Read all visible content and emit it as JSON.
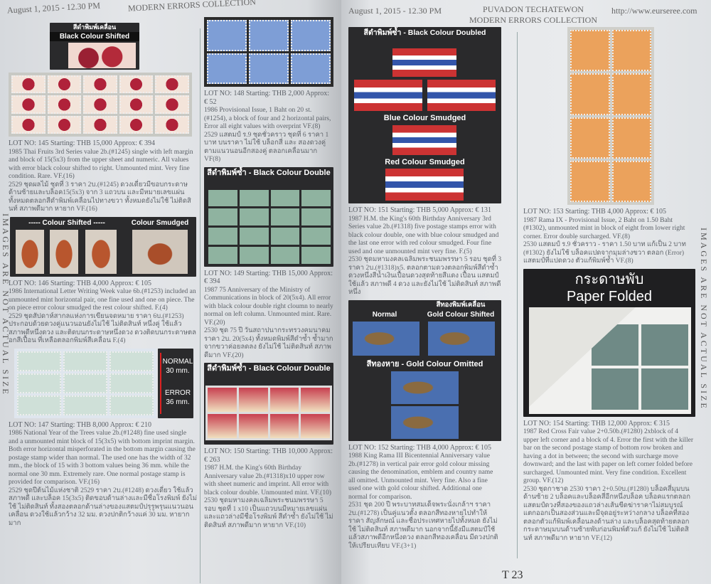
{
  "left_page": {
    "header_date": "August  1, 2015 - 12.30 PM",
    "header_title": "MODERN ERRORS COLLECTION",
    "side_text": "IMAGES ARE NOT ACTUAL SIZE",
    "labels": {
      "black_shift_th": "สีดำพิมพ์เคลื่อน",
      "black_shift": "Black Colour Shifted",
      "colour_shifted": "----- Colour Shifted -----",
      "colour_smudged": "Colour Smudged",
      "normal": "NORMAL",
      "normal_mm": "30 mm.",
      "error": "ERROR",
      "error_mm": "36 mm.",
      "black_double_th": "สีดำพิมพ์ซ้ำ - Black Colour Double",
      "black_double_th2": "สีดำพิมพ์ซ้ำ - Black Colour Double"
    },
    "lots": [
      {
        "head": "LOT NO: 145    Starting: THB 15,000   Approx: € 394",
        "en": "1985 Thai Fruits 3rd Series value 2b.(#1245) single with left margin and block of 15(5x3) from the upper sheet and numeric. All values with error black colour shifted to right. Unmounted mint. Very fine condition. Rare. VF.(16)",
        "th": "2529 ชุดผลไม้ ชุดที่ 3 ราคา 2บ.(#1245) ดวงเดี่ยวมีขอบกระดาษด้านซ้ายและบล็อค15(5x3) จาก 3 แถวบน และมีหมายเลขแผ่น ทั้งหมดตลอกสีดำพิมพ์เคลื่อนไปทางขวา ทั้งหมดยังไม่ใช้ ไม่ติดสินท์ สภาพดีมาก หายาก VF.(16)"
      },
      {
        "head": "LOT NO: 146    Starting: THB 4,000   Approx: € 105",
        "en": "1986 International Letter Writing Week value 6b.(#1253) included an unmounted mint horizontal pair, one fine used and one on piece. The on piece error colour smudged the rest colour shifted. F.(4)",
        "th": "2529 ชุดสัปดาห์สากลแห่งการเขียนจดหมาย ราคา 6บ.(#1253) ประกอบด้วยดวงคู่แนวนอนยังไม่ใช้ ไม่ติดสินท์ หนึ่งคู่ ใช้แล้วสภาพดีหนึ่งดวง และติดบนกระดาษหนึ่งดวง ดวงติดบนกระดาษตลอกสีเปื้อน ที่เหลือตลอกพิมพ์สีเคลื่อน F.(4)"
      },
      {
        "head": "LOT NO: 147    Starting: THB 8,000   Approx: € 210",
        "en": "1986 National Year of the Trees value 2b.(#1248) fine used single and a unmounted mint block of 15(3x5) with bottom imprint margin. Both error horizontal misperforated in the bottom margin causing the postage stamp wider than normal. The used one has the width of 32 mm., the block of 15 with 3 bottom values being 36 mm. while the normal one 30 mm. Extremely rare. One normal postage stamp is provided for comparison. VF.(16)",
        "th": "2529 ชุดปีต้นไม้แห่งชาติ 2529 ราคา 2บ.(#1248) ดวงเดี่ยว ใช้แล้ว สภาพดี และบล็อค 15(3x5) ติดขอบด้านล่างและมีชื่อโรงพิมพ์ ยังไม่ใช้ ไม่ติดสินท์ ทั้งสองตลอกด้านล่างของแสตมป์ปรุรูพรุนแนวนอนเคลื่อน ดวงใช้แล้วกว้าง 32 มม. ดวงปกติกว้างแค่ 30 มม. หายากมาก"
      },
      {
        "head": "LOT NO: 148    Starting: THB 2,000   Approx: € 52",
        "en": "1986 Provisional Issue, 1 Baht on 20 st. (#1254), a block of four and 2 horizontal pairs, Error all eight values with overprint VF.(8)",
        "th": "2529 แสตมป์ ร.9 ชุดชั่วคราว ชุดที่ 6 ราคา 1 บาท บนราคา ไม่ใช้ บล็อกสี่ และ สองดวงคู่ตามแนวนอนอีกสองคู่ ตลอกเคลื่อนมาก VF(8)"
      },
      {
        "head": "LOT NO: 149    Starting: THB 15,000   Approx: € 394",
        "en": "1987 75 Anniversary of the Ministry of Communications in block of 20(5x4). All error with black colour double right cloumn to nearly normal on left column. Unmounted mint. Rare. VF.(20)",
        "th": "2530 ชุด 75 ปี วันสถาปนากระทรวงคมนาคม ราคา 2บ. 20(5x4) ทั้งหมดพิมพ์สีดำซ้ำ ซ้ำมากจากขวาค่อยลดลง ยังไม่ใช้ ไม่ติดสินท์ สภาพดีมาก VF.(20)"
      },
      {
        "head": "LOT NO: 150    Starting: THB 10,000   Approx: € 263",
        "en": "1987 H.M. the King's 60th Birthday Anniversary value 2b.(#1318)x10 upper row with sheet numeric and imprint. All error with black colour double. Unmounted mint. VF.(10)",
        "th": "2530 ชุดมหามงคลเฉลิมพระชนมพรรษา 5 รอบ ชุดที่ 1 x10 เป็นแถวบนมีหมายเลขแผ่นและแถวล่างมีชื่อโรงพิมพ์ สีดำซ้ำ ยังไม่ใช้ ไม่ติดสินท์ สภาพดีมาก หายาก VF.(10)"
      }
    ]
  },
  "right_page": {
    "header_date": "August  1, 2015 - 12.30 PM",
    "header_author": "PUVADON TECHATEWON",
    "header_title": "MODERN ERRORS COLLECTION",
    "header_url": "http://www.eurseree.com",
    "side_text": "IMAGES ARE NOT ACTUAL SIZE",
    "page_number": "T 23",
    "labels": {
      "black_double": "สีดำพิมพ์ซ้ำ - Black Colour Doubled",
      "blue_smudged": "Blue Colour Smudged",
      "red_smudged": "Red Colour Smudged",
      "normal": "Normal",
      "gold_shift_th": "สีทองพิมพ์เคลื่อน",
      "gold_shift": "Gold Colour Shifted",
      "gold_omit": "สีทองหาย - Gold Colour Omitted",
      "paper_folded_th": "กระดาษพับ",
      "paper_folded": "Paper Folded"
    },
    "lots": [
      {
        "head": "LOT NO: 151    Starting: THB 5,000   Approx: € 131",
        "en": "1987 H.M. the King's 60th Birthday Anniversary 3rd Series value 2b.(#1318) five postage stamps error with black colour double, one with blue colour smudged and the last one error with red colour smudged. Four fine used and one unmounted mint very fine. F.(5)",
        "th": "2530 ชุดมหามงคลเฉลิมพระชนมพรรษา 5 รอบ ชุดที่ 3 ราคา 2บ.(#1318)x5. ตลอกตามดวงตลอกพิมพ์สีดำซ้ำ ดวงหนึ่งสีน้ำเงินเปื้อนดวงสุดท้ายสีแดง เปื้อน แสตมป์ใช้แล้ว สภาพดี 4 ดวง และยังไม่ใช้ ไม่ติดสินท์ สภาพดีหนึ่ง"
      },
      {
        "head": "LOT NO: 152    Starting: THB 4,000   Approx: € 105",
        "en": "1988 King Rama III Bicentennial Anniversary value 2b.(#1278) in vertical pair error gold colour missing causing the denomination, emblem and country name all omitted. Unmounted mint. Very fine. Also a fine used one with gold colour shifted. Additional one normal for comparison.",
        "th": "2531 ชุด 200 ปี พระบาทสมเด็จพระนั่งเกล้าฯ ราคา 2บ.(#1278) เป็นคู่แนวตั้ง ตลอกสีทองหายไปทำให้ ราคา สัญลักษณ์ และชื่อประเทศหายไปทั้งหมด ยังไม่ใช้ ไม่ติดสินท์ สภาพดีมาก นอกจากนี้ยังมีแสตมป์ใช้แล้วสภาพดีอีกหนึ่งดวง ตลอกสีทองเคลื่อน มีดวงปกติให้เปรียบเทียบ VF.(3+1)"
      },
      {
        "head": "LOT NO: 153    Starting: THB 4,000   Approx: € 105",
        "en": "1987 Rama IX - Provisional Issue, 2 Baht on 1.50 Baht (#1302), unmounted mint in block of eight from lower right corner. Error double surcharged. VF.(8)",
        "th": "2530 แสตมป์ ร.9 ชั่วคราว - ราคา 1.50 บาท แก้เป็น 2 บาท (#1302) ยังไม่ใช้ บล็อคแปดจากมุมล่างขวา ตลอก (Error) แสตมป์ที่แปดดวง ตัวแก้พิมพ์ซ้ำ VF.(8)"
      },
      {
        "head": "LOT NO: 154    Starting: THB 12,000   Approx: € 315",
        "en": "1987 Red Cross Fair value 2+0.50b.(#1280) 2xblock of 4 upper left corner and a block of 4. Error the first with the killer bar on the second postage stamp of bottom row broken and having a dot in between; the second with surcharge move downward; and the last with paper on left corner folded before surcharged. Unmounted mint. Very fine condition. Excellent group. VF.(12)",
        "th": "2530 ชุดกาชาด 2530 ราคา 2+0.50บ.(#1280) บล็อคสี่มุมบนด้านซ้าย 2 บล็อคและบล็อคสี่อีกหนึ่งบล็อค บล็อคแรกตลอกแสตมป์ดวงที่สองของแถวล่างเส้นขีดฆ่าราคาไม่สมบูรณ์แตกออกเป็นสองส่วนและมีจุดอยู่ระหว่างกลาง บล็อคที่สองตลอกตัวแก้พิมพ์เคลื่อนลงด้านล่าง และบล็อคสุดท้ายตลอกกระดาษมุมบนด้านซ้ายพับก่อนพิมพ์ตัวแก้ ยังไม่ใช้ ไม่ติดสินท์ สภาพดีมาก หายาก VF.(12)"
      }
    ]
  },
  "colors": {
    "paper": "#e6e8ea",
    "stamp_red": "#c2303c",
    "stamp_blue": "#6f8fc8",
    "stamp_orange": "#e9a15a",
    "label_bg": "#2a2a2c"
  }
}
